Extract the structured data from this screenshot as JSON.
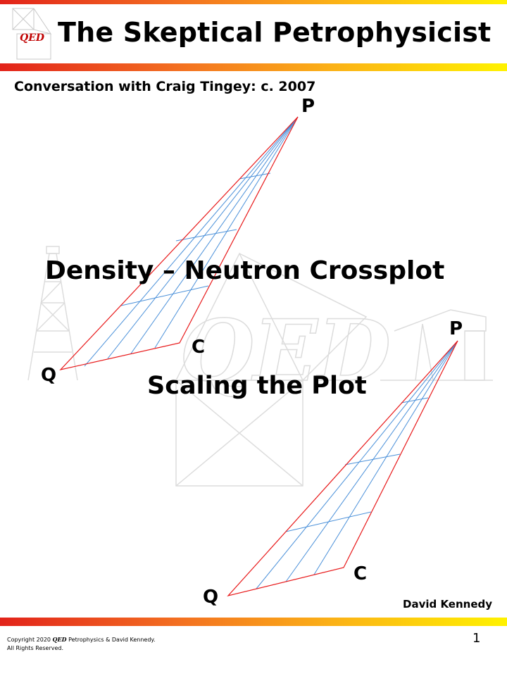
{
  "header": {
    "title": "The Skeptical Petrophysicist",
    "logo_text": "QED"
  },
  "subtitle": "Conversation with Craig Tingey: c. 2007",
  "main": {
    "headline": "Density – Neutron Crossplot",
    "subheadline": "Scaling the Plot"
  },
  "diagram_top": {
    "labels": {
      "p": "P",
      "c": "C",
      "q": "Q"
    }
  },
  "diagram_bottom": {
    "labels": {
      "p": "P",
      "c": "C",
      "q": "Q"
    }
  },
  "footer": {
    "author": "David Kennedy",
    "copyright_prefix": "Copyright 2020",
    "copyright_brand": "QED",
    "copyright_suffix": "Petrophysics  & David Kennedy.",
    "rights": "All Rights Reserved.",
    "page_number": "1"
  },
  "colors": {
    "triangle_outline": "#e8191a",
    "grid_lines": "#4a90d9",
    "watermark": "#d9d9d9",
    "logo_text": "#c00000"
  }
}
